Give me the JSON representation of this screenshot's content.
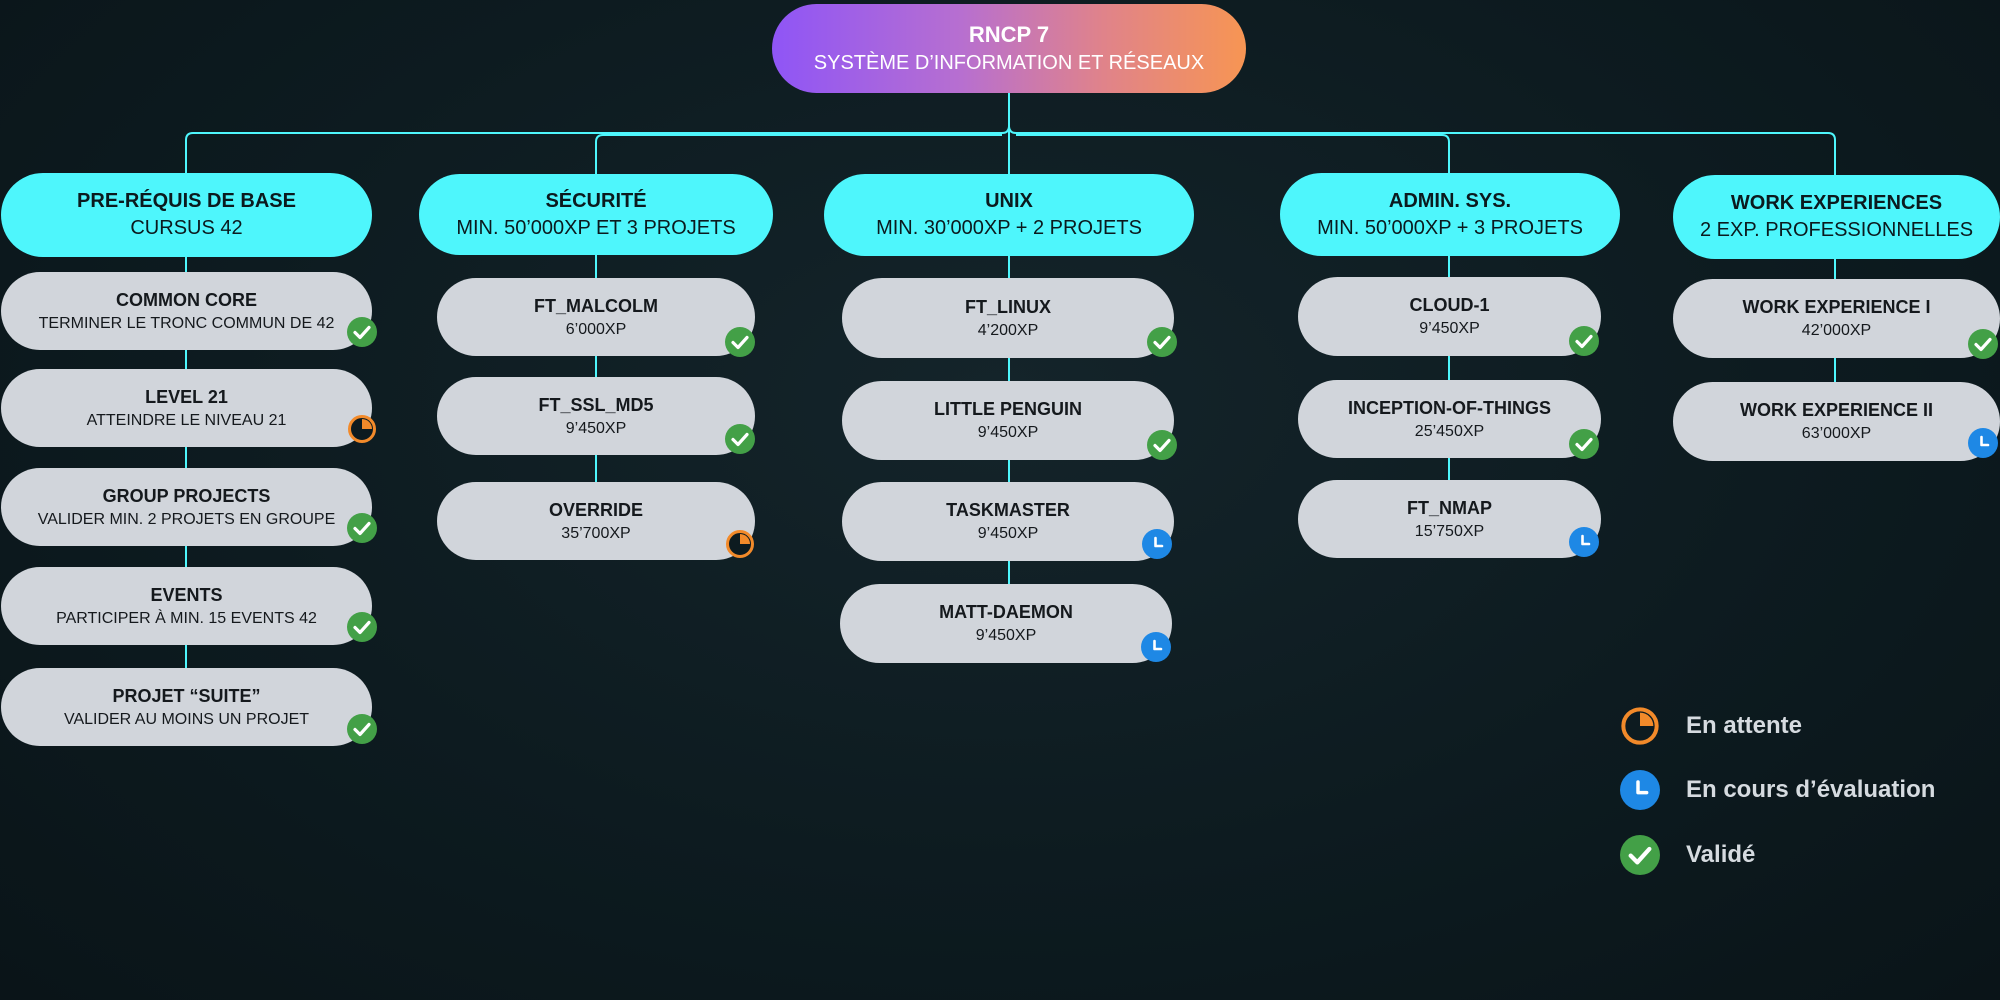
{
  "root": {
    "title": "RNCP 7",
    "subtitle": "SYSTÈME D’INFORMATION ET RÉSEAUX"
  },
  "colors": {
    "accent": "#4ef6fc",
    "pending": "#f28a2a",
    "evaluating": "#1e88e5",
    "validated": "#43a047"
  },
  "columns": [
    {
      "title": "PRE-RÉQUIS DE BASE",
      "subtitle": "CURSUS 42",
      "items": [
        {
          "title": "COMMON CORE",
          "subtitle": "TERMINER LE TRONC COMMUN DE 42",
          "status": "validated"
        },
        {
          "title": "LEVEL 21",
          "subtitle": "ATTEINDRE LE NIVEAU 21",
          "status": "pending"
        },
        {
          "title": "GROUP PROJECTS",
          "subtitle": "VALIDER MIN. 2 PROJETS EN GROUPE",
          "status": "validated"
        },
        {
          "title": "EVENTS",
          "subtitle": "PARTICIPER À MIN. 15 EVENTS 42",
          "status": "validated"
        },
        {
          "title": "PROJET “SUITE”",
          "subtitle": "VALIDER AU MOINS UN PROJET",
          "status": "validated"
        }
      ]
    },
    {
      "title": "SÉCURITÉ",
      "subtitle": "MIN. 50’000XP ET 3 PROJETS",
      "items": [
        {
          "title": "FT_MALCOLM",
          "subtitle": "6’000XP",
          "status": "validated"
        },
        {
          "title": "FT_SSL_MD5",
          "subtitle": "9’450XP",
          "status": "validated"
        },
        {
          "title": "OVERRIDE",
          "subtitle": "35’700XP",
          "status": "pending"
        }
      ]
    },
    {
      "title": "UNIX",
      "subtitle": "MIN. 30’000XP + 2 PROJETS",
      "items": [
        {
          "title": "FT_LINUX",
          "subtitle": "4’200XP",
          "status": "validated"
        },
        {
          "title": "LITTLE PENGUIN",
          "subtitle": "9’450XP",
          "status": "validated"
        },
        {
          "title": "TASKMASTER",
          "subtitle": "9’450XP",
          "status": "evaluating"
        },
        {
          "title": "MATT-DAEMON",
          "subtitle": "9’450XP",
          "status": "evaluating"
        }
      ]
    },
    {
      "title": "ADMIN. SYS.",
      "subtitle": "MIN. 50’000XP + 3 PROJETS",
      "items": [
        {
          "title": "CLOUD-1",
          "subtitle": "9’450XP",
          "status": "validated"
        },
        {
          "title": "INCEPTION-OF-THINGS",
          "subtitle": "25’450XP",
          "status": "validated"
        },
        {
          "title": "FT_NMAP",
          "subtitle": "15’750XP",
          "status": "evaluating"
        }
      ]
    },
    {
      "title": "WORK EXPERIENCES",
      "subtitle": "2 EXP. PROFESSIONNELLES",
      "items": [
        {
          "title": "WORK EXPERIENCE I",
          "subtitle": "42’000XP",
          "status": "validated"
        },
        {
          "title": "WORK EXPERIENCE II",
          "subtitle": "63’000XP",
          "status": "evaluating"
        }
      ]
    }
  ],
  "legend": [
    {
      "status": "pending",
      "label": "En attente"
    },
    {
      "status": "evaluating",
      "label": "En cours d’évaluation"
    },
    {
      "status": "validated",
      "label": "Validé"
    }
  ]
}
